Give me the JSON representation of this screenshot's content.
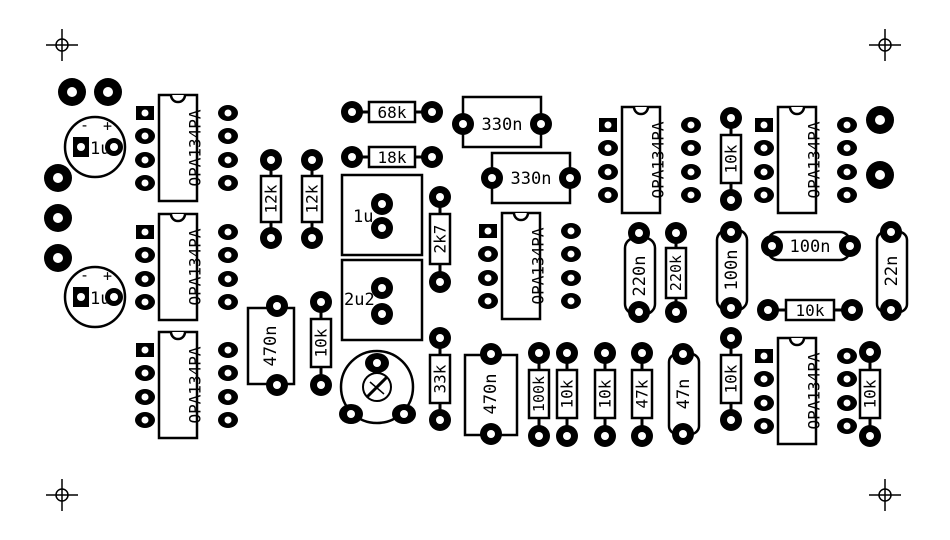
{
  "colors": {
    "ink": "#000000",
    "paper": "#ffffff"
  },
  "ics": {
    "label": "OPA134PA"
  },
  "caps_electrolytic": {
    "value": "1u",
    "minus": "-",
    "plus": "+"
  },
  "box_caps": {
    "c1": "1u",
    "c2": "2u2"
  },
  "film_caps": {
    "c1": "330n",
    "c2": "330n",
    "c3": "100n"
  },
  "values": {
    "r68k": "68k",
    "r18k": "18k",
    "r12k": "12k",
    "r10k": "10k",
    "r2k7": "2k7",
    "r33k": "33k",
    "r100k": "100k",
    "r47k": "47k",
    "r220k": "220k",
    "c470n": "470n",
    "c220n": "220n",
    "c100n": "100n",
    "c47n": "47n",
    "c22n": "22n"
  }
}
